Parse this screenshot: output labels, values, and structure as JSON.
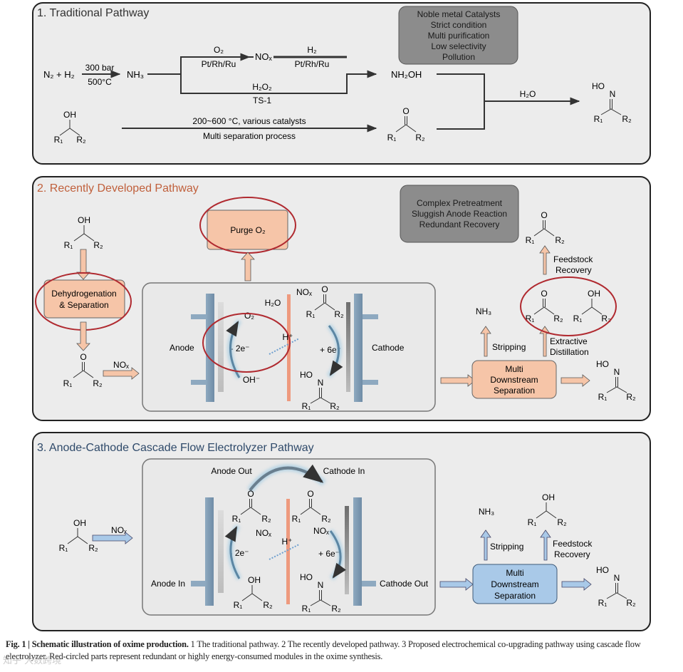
{
  "colors": {
    "panel_bg": "#ececec",
    "panel_border": "#222222",
    "panel2_title": "#c0603c",
    "panel3_title": "#2f4a6a",
    "panel1_title": "#333333",
    "gray_box": "#8c8c8c",
    "salmon_box": "#f6c5a8",
    "blue_box": "#a9c9e8",
    "red_circle": "#b02a30",
    "electrode": "#7f9bb3",
    "membrane": "#ee9a7e",
    "arrow_glow": "#8fc3e0"
  },
  "panel1": {
    "title": "1. Traditional Pathway",
    "feed": "N₂ + H₂",
    "cond_top": "300 bar",
    "cond_bottom": "500°C",
    "nh3": "NH₃",
    "branch_top_reagent": "O₂",
    "branch_top_catalyst": "Pt/Rh/Ru",
    "nox": "NOₓ",
    "branch_top2_reagent": "H₂",
    "branch_top2_catalyst": "Pt/Rh/Ru",
    "branch_bottom_reagent": "H₂O₂",
    "branch_bottom_catalyst": "TS-1",
    "nh2oh": "NH₂OH",
    "ketone_route_top": "200~600 °C, various catalysts",
    "ketone_route_bottom": "Multi separation process",
    "merge_reagent": "H₂O",
    "issues": [
      "Noble metal Catalysts",
      "Strict condition",
      "Multi purification",
      "Low selectivity",
      "Pollution"
    ]
  },
  "panel2": {
    "title": "2. Recently Developed Pathway",
    "purge": "Purge O₂",
    "dehydro_line1": "Dehydrogenation",
    "dehydro_line2": "& Separation",
    "nox_feed": "NOₓ",
    "anode": "Anode",
    "cathode": "Cathode",
    "o2": "O₂",
    "h2o": "H₂O",
    "oh": "OH⁻",
    "minus2e": "- 2e⁻",
    "plus6e": "+ 6e⁻",
    "hplus": "H⁺",
    "nox_cell": "NOₓ",
    "issues": [
      "Complex Pretreatment",
      "Sluggish Anode Reaction",
      "Redundant Recovery"
    ],
    "nh3": "NH₃",
    "stripping": "Stripping",
    "extractive_1": "Extractive",
    "extractive_2": "Distillation",
    "feedstock_1": "Feedstock",
    "feedstock_2": "Recovery",
    "sep_line1": "Multi",
    "sep_line2": "Downstream",
    "sep_line3": "Separation"
  },
  "panel3": {
    "title": "3. Anode-Cathode Cascade Flow Electrolyzer Pathway",
    "nox_feed": "NOₓ",
    "anode_out": "Anode Out",
    "cathode_in": "Cathode In",
    "anode_in": "Anode In",
    "cathode_out": "Cathode Out",
    "nox_anode": "NOₓ",
    "nox_cathode": "NOₓ",
    "hplus": "H⁺",
    "minus2e": "- 2e⁻",
    "plus6e": "+ 6e⁻",
    "nh3": "NH₃",
    "stripping": "Stripping",
    "feedstock_1": "Feedstock",
    "feedstock_2": "Recovery",
    "sep_line1": "Multi",
    "sep_line2": "Downstream",
    "sep_line3": "Separation"
  },
  "chem": {
    "oh": "OH",
    "o": "O",
    "r1": "R₁",
    "r2": "R₂",
    "ho": "HO",
    "n": "N"
  },
  "caption": {
    "label": "Fig. 1 | Schematic illustration of oxime production.",
    "text": " 1 The traditional pathway. 2 The recently developed pathway. 3 Proposed electrochemical co-upgrading pathway using cascade flow electrolyzer. Red-circled parts represent redundant or highly energy-consumed modules in the oxime synthesis."
  },
  "watermark": "知乎 大数跨境"
}
